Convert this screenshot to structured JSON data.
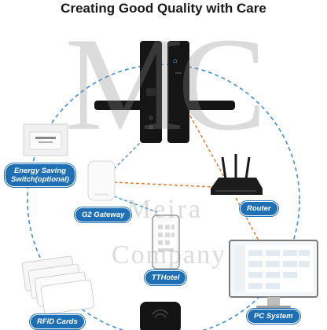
{
  "heading": "Creating Good Quality with Care",
  "watermark": {
    "logo_text": "MC",
    "line1": "Meira",
    "line2": "Company"
  },
  "labels": {
    "energy_line1": "Energy Saving",
    "energy_line2": "Switch(optional)",
    "g2_gateway": "G2 Gateway",
    "router": "Router",
    "tthotel": "TTHotel",
    "pc_system": "PC System",
    "rfid_cards": "RFID Cards"
  },
  "colors": {
    "label_bg": "#1f6fb5",
    "wireless_link": "#3d8fd6",
    "wired_link": "#e07b2a",
    "lock_body": "#151515"
  },
  "icons": [
    "smart-lock-icon",
    "energy-switch-icon",
    "gateway-icon",
    "router-icon",
    "phone-icon",
    "pc-monitor-icon",
    "rfid-cards-icon",
    "card-encoder-icon"
  ]
}
